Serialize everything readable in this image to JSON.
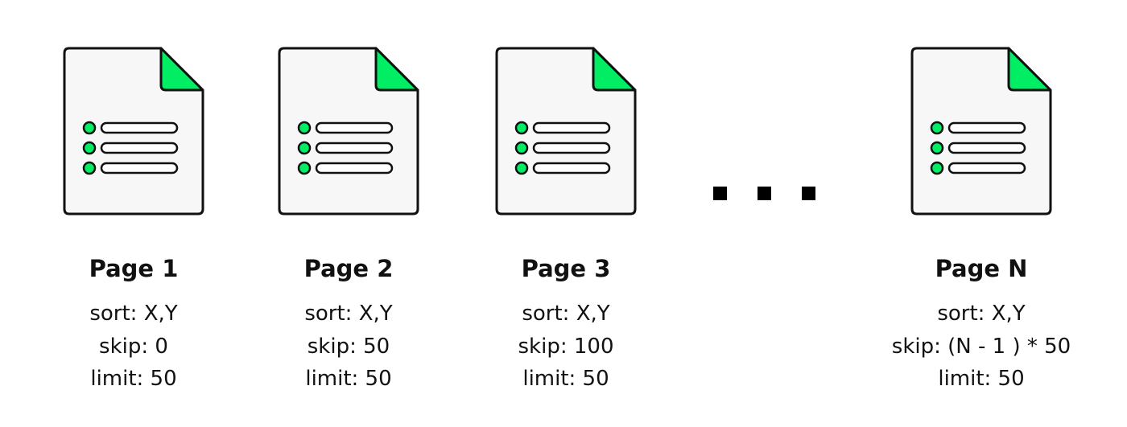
{
  "colors": {
    "accent": "#00ED64",
    "outline": "#111111",
    "page_fill": "#F7F7F7"
  },
  "pages": [
    {
      "title": "Page 1",
      "sort": "sort: X,Y",
      "skip": "skip: 0",
      "limit": "limit: 50",
      "icon": "document-icon"
    },
    {
      "title": "Page 2",
      "sort": "sort: X,Y",
      "skip": "skip: 50",
      "limit": "limit: 50",
      "icon": "document-icon"
    },
    {
      "title": "Page 3",
      "sort": "sort: X,Y",
      "skip": "skip: 100",
      "limit": "limit: 50",
      "icon": "document-icon"
    },
    {
      "title": "Page N",
      "sort": "sort: X,Y",
      "skip": "skip: (N - 1 ) * 50",
      "limit": "limit: 50",
      "icon": "document-icon"
    }
  ],
  "ellipsis_icon": "ellipsis-icon"
}
